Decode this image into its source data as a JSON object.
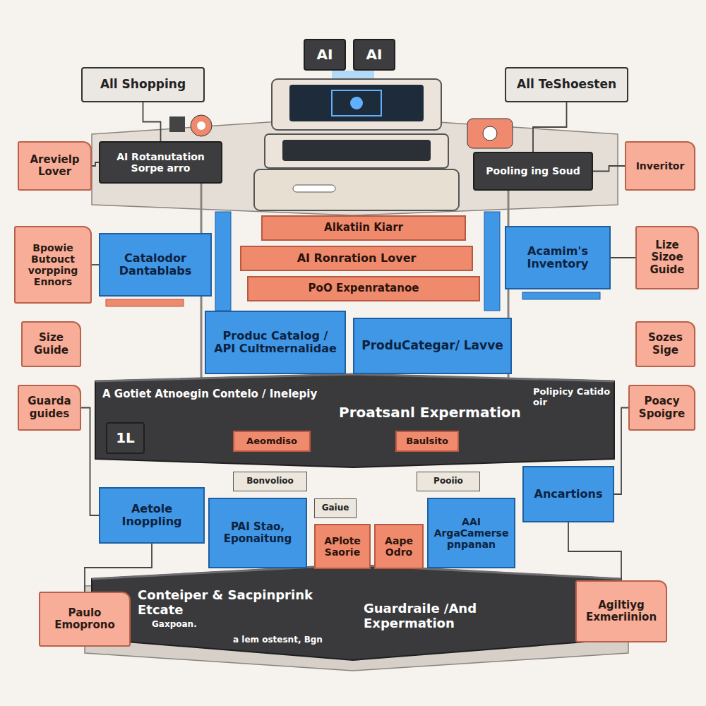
{
  "diagram": {
    "nodes": [
      {
        "text": [
          "All Shopping"
        ]
      },
      {
        "text": [
          "AI"
        ]
      },
      {
        "text": [
          "AI"
        ]
      },
      {
        "text": [
          "All TeShoesten"
        ]
      },
      {
        "text": [
          "Arevielp Lover"
        ]
      },
      {
        "text": [
          "AI Rotanutation Sorpe arro"
        ]
      },
      {
        "text": [
          "Pooling ing Soud"
        ]
      },
      {
        "text": [
          "Inveritor"
        ]
      },
      {
        "text": [
          "Alkatiin Kiarr"
        ]
      },
      {
        "text": [
          "AI Ronration Lover"
        ]
      },
      {
        "text": [
          "PoO Expenratanoe"
        ]
      },
      {
        "text": [
          "Bpowie Butouct vorpping Ennors"
        ]
      },
      {
        "text": [
          "Catalodor Dantablabs"
        ]
      },
      {
        "text": [
          "Acamim's Inventory"
        ]
      },
      {
        "text": [
          "Lize Sizoe Guide"
        ]
      },
      {
        "text": [
          "Produc Catalog / API Cultmernalidae"
        ]
      },
      {
        "text": [
          "ProduCategar/ Lavve"
        ]
      },
      {
        "text": [
          "Size Guide"
        ]
      },
      {
        "text": [
          "Sozes Sige"
        ]
      },
      {
        "text": [
          "Guarda guides"
        ]
      },
      {
        "text": [
          "1L"
        ]
      },
      {
        "text": [
          "Aeomdiso"
        ]
      },
      {
        "text": [
          "Baulsito"
        ]
      },
      {
        "text": [
          "Poacy Spoigre"
        ]
      },
      {
        "text": [
          "Bonvolioo"
        ]
      },
      {
        "text": [
          "Pooiio"
        ]
      },
      {
        "text": [
          "Aetole Inoppling"
        ]
      },
      {
        "text": [
          "PAI Stao, Eponaitung"
        ]
      },
      {
        "text": [
          "Gaiue"
        ]
      },
      {
        "text": [
          "APlote Saorie"
        ]
      },
      {
        "text": [
          "Aape Odro"
        ]
      },
      {
        "text": [
          "AAI ArgaCamerse pnpanan"
        ]
      },
      {
        "text": [
          "Ancartions"
        ]
      },
      {
        "text": [
          "Paulo Emoprono"
        ]
      },
      {
        "text": [
          "Agiltiyg Exmeriinion"
        ]
      }
    ],
    "edges": [
      {
        "from": 0,
        "to": 5,
        "arrow": "none"
      },
      {
        "from": 3,
        "to": 6,
        "arrow": "none"
      },
      {
        "from": 4,
        "to": 5,
        "arrow": "none"
      },
      {
        "from": 7,
        "to": 6,
        "arrow": "none"
      },
      {
        "from": 11,
        "to": 12,
        "arrow": "none"
      },
      {
        "from": 14,
        "to": 13,
        "arrow": "none"
      },
      {
        "from": 19,
        "to": 26,
        "arrow": "none"
      },
      {
        "from": 23,
        "to": 32,
        "arrow": "none"
      },
      {
        "from": 33,
        "to": 26,
        "arrow": "none"
      },
      {
        "from": 34,
        "to": 32,
        "arrow": "none"
      }
    ],
    "labels": [
      "A Gotiet Atnoegin Contelo / Inelepiy",
      "Proatsanl Expermation",
      "Polipicy Catido oir",
      "Conteiper & Sacpinprink Etcate",
      "Gaxpoan.",
      "a lem ostesnt, Bgn",
      "GuardraiIe /And Expermation"
    ]
  }
}
